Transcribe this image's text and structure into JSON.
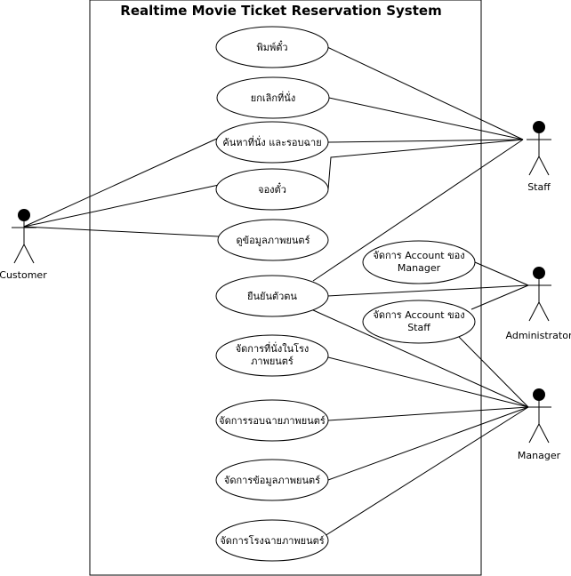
{
  "system": {
    "title": "Realtime Movie Ticket Reservation System"
  },
  "actors": {
    "customer": "Customer",
    "staff": "Staff",
    "administrator": "Administrator",
    "manager": "Manager"
  },
  "use_cases": {
    "print_ticket": [
      "พิมพ์ตั๋ว"
    ],
    "cancel_seat": [
      "ยกเลิกที่นั่ง"
    ],
    "search_seat": [
      "ค้นหาที่นั่ง และรอบฉาย"
    ],
    "book_ticket": [
      "จองตั๋ว"
    ],
    "view_movie": [
      "ดูข้อมูลภาพยนตร์"
    ],
    "manage_manager_account": [
      "จัดการ Account ของ",
      "Manager"
    ],
    "verify_identity": [
      "ยืนยันตัวตน"
    ],
    "manage_staff_account": [
      "จัดการ Account ของ",
      "Staff"
    ],
    "manage_seats": [
      "จัดการที่นั่งในโรง",
      "ภาพยนตร์"
    ],
    "manage_showtimes": [
      "จัดการรอบฉายภาพยนตร์"
    ],
    "manage_movies": [
      "จัดการข้อมูลภาพยนตร์"
    ],
    "manage_theaters": [
      "จัดการโรงฉายภาพยนตร์"
    ]
  }
}
